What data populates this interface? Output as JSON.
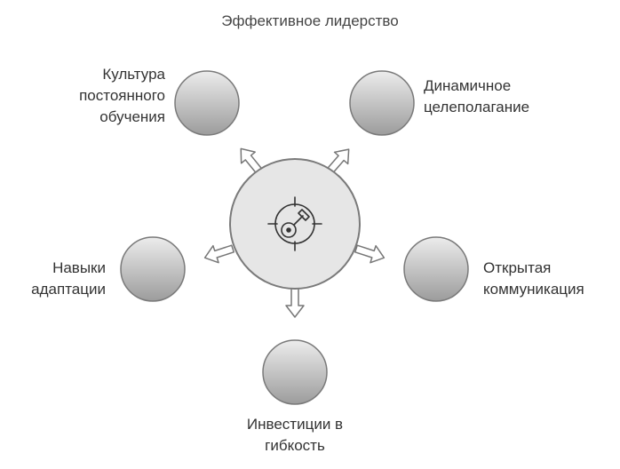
{
  "title": "Эффективное лидерство",
  "center_icon": "target-key-icon",
  "colors": {
    "circle_fill_top": "#e9e9e9",
    "circle_fill_bottom": "#9a9a9a",
    "circle_stroke": "#7a7a7a",
    "arrow_stroke": "#777777",
    "arrow_fill": "#ffffff",
    "hub_fill": "#e6e6e6",
    "icon_stroke": "#333333"
  },
  "nodes": [
    {
      "id": "culture",
      "lines": [
        "Культура",
        "постоянного",
        "обучения"
      ]
    },
    {
      "id": "goals",
      "lines": [
        "Динамичное",
        "целеполагание"
      ]
    },
    {
      "id": "adaptation",
      "lines": [
        "Навыки",
        "адаптации"
      ]
    },
    {
      "id": "communication",
      "lines": [
        "Открытая",
        "коммуникация"
      ]
    },
    {
      "id": "flexibility",
      "lines": [
        "Инвестиции в",
        "гибкость"
      ]
    }
  ]
}
